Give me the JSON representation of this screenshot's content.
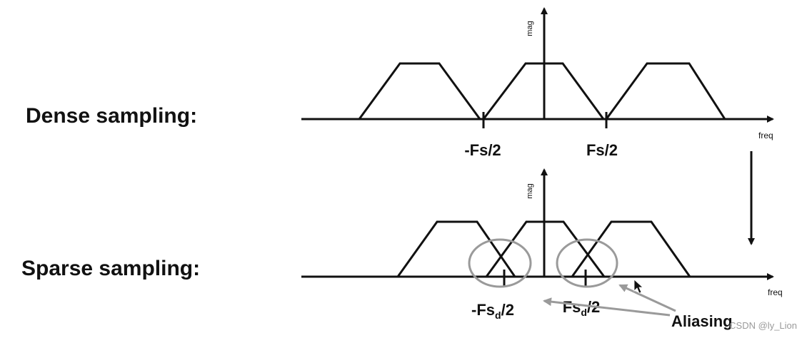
{
  "labels": {
    "dense": "Dense sampling:",
    "sparse": "Sparse sampling:"
  },
  "axes": {
    "y_label": "mag",
    "x_label": "freq"
  },
  "dense_ticks": {
    "left": "-Fs/2",
    "right": "Fs/2"
  },
  "sparse_ticks": {
    "left_main": "-Fs",
    "left_sub": "d",
    "left_tail": "/2",
    "right_main": "Fs",
    "right_sub": "d",
    "right_tail": "/2"
  },
  "callout": {
    "text": "Aliasing"
  },
  "watermark": "CSDN @ly_Lion",
  "colors": {
    "line": "#111111",
    "circle": "#9a9a9a",
    "callout_arrow": "#9a9a9a"
  }
}
